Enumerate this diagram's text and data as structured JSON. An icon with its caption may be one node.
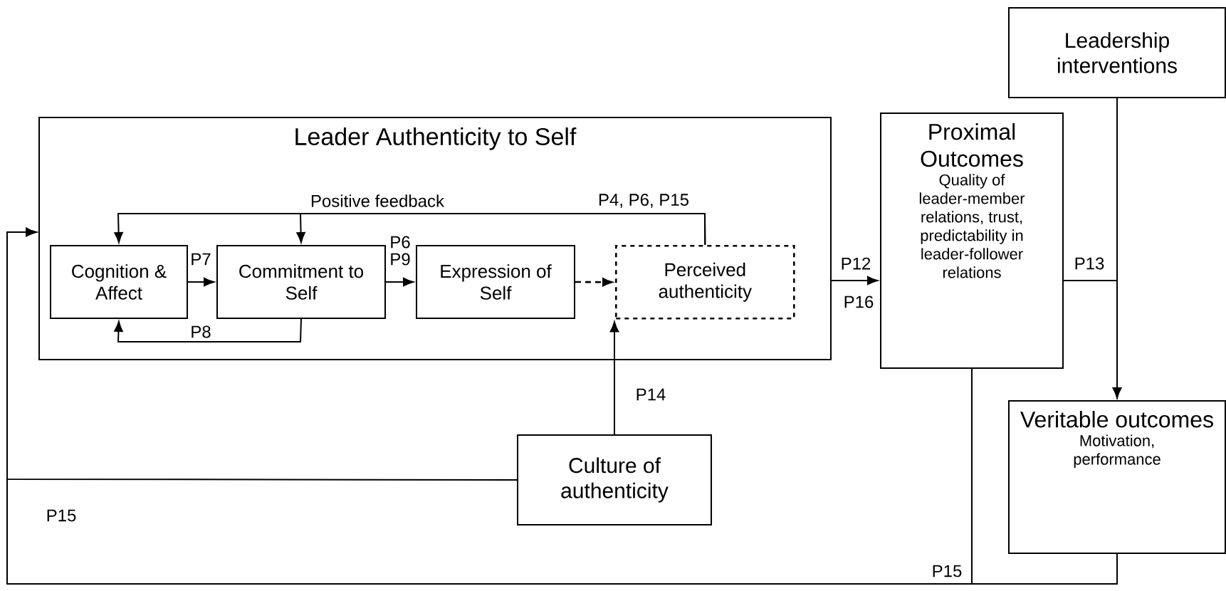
{
  "diagram": {
    "nodes": [
      {
        "text": [
          "Leader Authenticity to Self"
        ]
      },
      {
        "text": [
          "Cognition & Affect"
        ],
        "in": 0
      },
      {
        "text": [
          "Commitment to Self"
        ],
        "in": 0
      },
      {
        "text": [
          "Expression of Self"
        ],
        "in": 0
      },
      {
        "text": [
          "Perceived authenticity"
        ],
        "in": 0
      },
      {
        "text": [
          "Proximal Outcomes",
          "Quality of leader-member relations, trust, predictability in leader-follower relations"
        ]
      },
      {
        "text": [
          "Leadership interventions"
        ]
      },
      {
        "text": [
          "Veritable outcomes",
          "Motivation, performance"
        ]
      },
      {
        "text": [
          "Culture of authenticity"
        ]
      }
    ],
    "edges": [
      {
        "from": 1,
        "to": 2,
        "arrow": "to",
        "label": "P7"
      },
      {
        "from": 2,
        "to": 3,
        "arrow": "to",
        "label": "P6 P9"
      },
      {
        "from": 3,
        "to": 4,
        "arrow": "to",
        "style": "dashed"
      },
      {
        "from": 4,
        "to": 1,
        "arrow": "to",
        "label": "Positive feedback"
      },
      {
        "from": 4,
        "to": 2,
        "arrow": "to",
        "label": "P4, P6, P15"
      },
      {
        "from": 2,
        "to": 1,
        "arrow": "to",
        "label": "P8"
      },
      {
        "from": 8,
        "to": 4,
        "arrow": "to",
        "label": "P14"
      },
      {
        "from": 0,
        "to": 5,
        "arrow": "to",
        "label": "P12"
      },
      {
        "from": 5,
        "to": 7,
        "arrow": "to",
        "label": "P13"
      },
      {
        "from": 6,
        "to": 7,
        "arrow": "to"
      },
      {
        "from": 7,
        "to": 0,
        "arrow": "to"
      },
      {
        "from": 5,
        "to": 0,
        "arrow": "to",
        "label": "P15"
      },
      {
        "from": 8,
        "to": 0,
        "arrow": "to",
        "label": "P15"
      }
    ],
    "labels": [
      "P16"
    ]
  }
}
